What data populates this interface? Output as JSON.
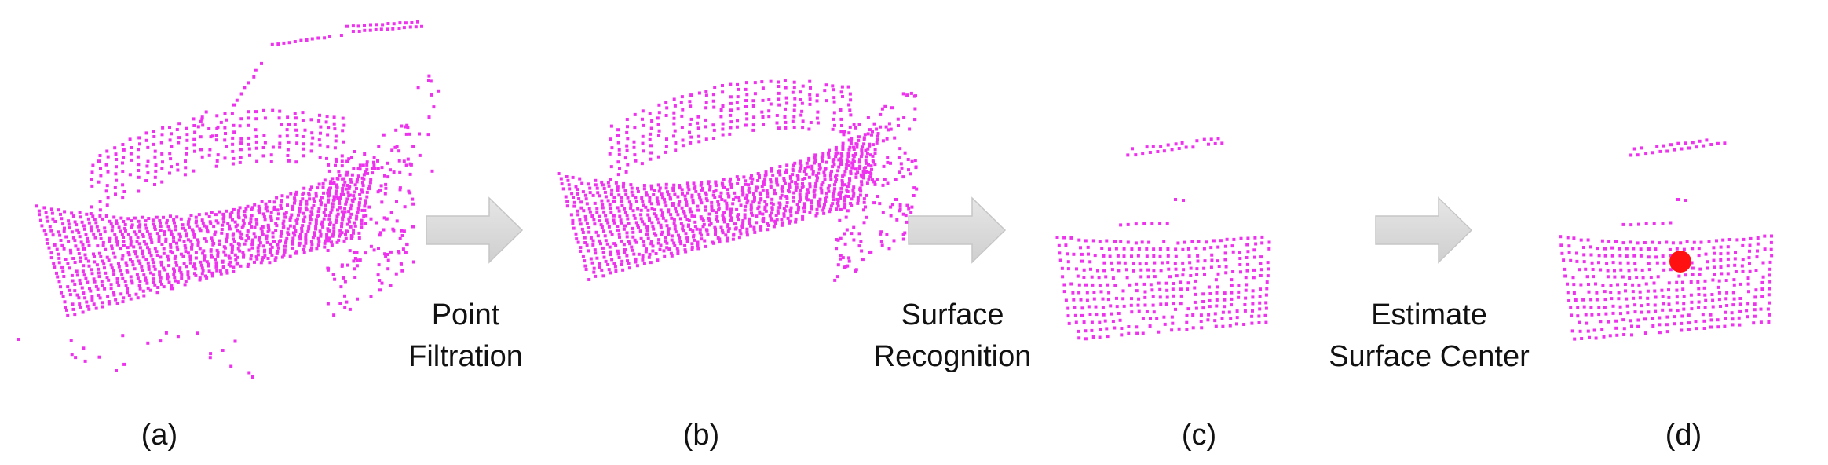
{
  "colors": {
    "points": "#ee33ee",
    "arrow_fill": "#d9d9d9",
    "arrow_stroke": "#c4c4c4",
    "center_marker": "#ff1111"
  },
  "steps": [
    {
      "line1": "Point",
      "line2": "Filtration"
    },
    {
      "line1": "Surface",
      "line2": "Recognition"
    },
    {
      "line1": "Estimate",
      "line2": "Surface Center"
    }
  ],
  "panels": [
    {
      "label": "(a)"
    },
    {
      "label": "(b)"
    },
    {
      "label": "(c)"
    },
    {
      "label": "(d)"
    }
  ]
}
